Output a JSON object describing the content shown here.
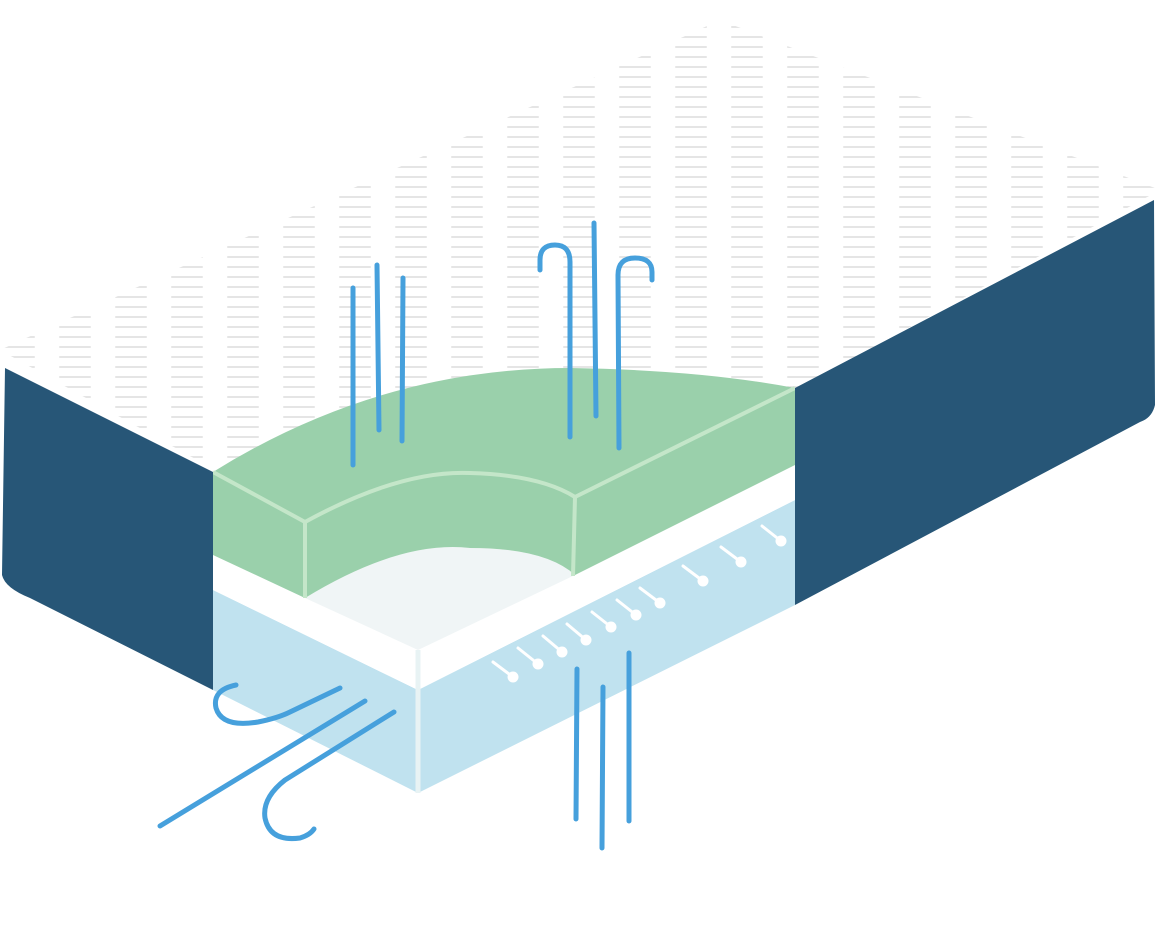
{
  "illustration": {
    "subject": "mattress-cutaway",
    "layers": [
      {
        "id": "top-cover",
        "color": "#ffffff",
        "pattern_color": "#e6e6e6"
      },
      {
        "id": "comfort-layer",
        "color": "#9ad0ab",
        "edge_color": "#c4e6c9"
      },
      {
        "id": "base-layer",
        "color": "#c0e2ef",
        "edge_color": "#e8f3f4"
      },
      {
        "id": "inner-cavity",
        "color": "#f0f5f6"
      },
      {
        "id": "side-panels",
        "color": "#275677"
      }
    ],
    "accent_color": "#46a0dc",
    "icons": [
      "airflow-lines-icon",
      "hook-lines-icon",
      "valve-pins-icon"
    ]
  }
}
